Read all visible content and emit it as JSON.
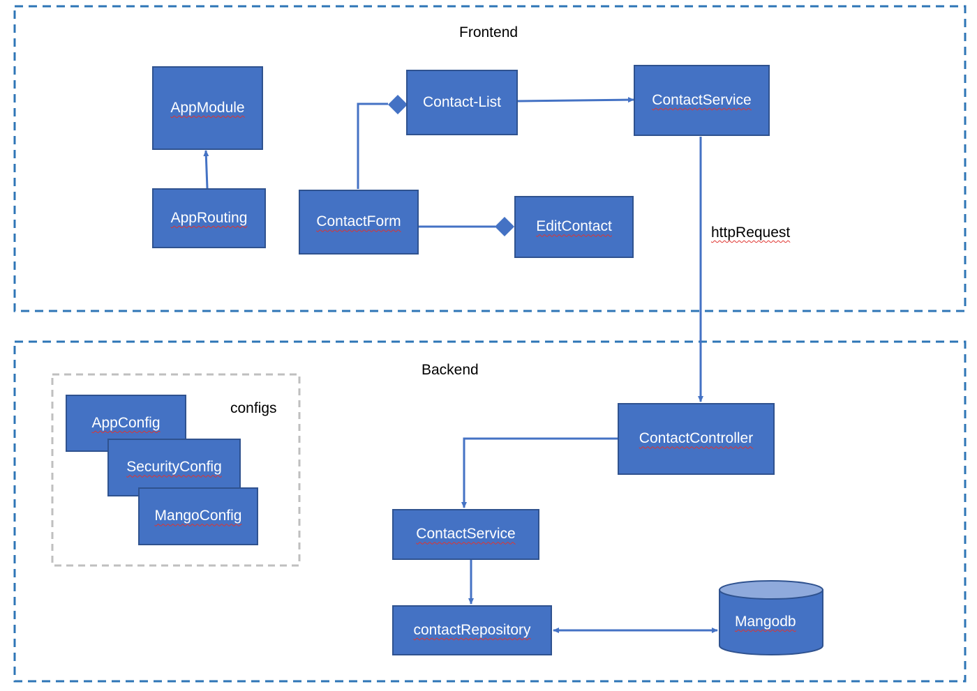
{
  "frontend": {
    "title": "Frontend",
    "nodes": {
      "app_module": "AppModule",
      "app_routing": "AppRouting",
      "contact_list": "Contact-List",
      "contact_service": "ContactService",
      "contact_form": "ContactForm",
      "edit_contact": "EditContact"
    },
    "edge_label": "httpRequest"
  },
  "backend": {
    "title": "Backend",
    "configs_title": "configs",
    "configs": {
      "app_config": "AppConfig",
      "security_config": "SecurityConfig",
      "mango_config": "MangoConfig"
    },
    "nodes": {
      "contact_controller": "ContactController",
      "contact_service": "ContactService",
      "contact_repository": "contactRepository",
      "database": "Mangodb"
    }
  },
  "colors": {
    "node_fill": "#4472c4",
    "node_border": "#2f528f",
    "connector": "#4472c4",
    "region_border": "#2e75b6",
    "configs_border": "#bfbfbf",
    "spellcheck_underline": "#e0342f"
  }
}
